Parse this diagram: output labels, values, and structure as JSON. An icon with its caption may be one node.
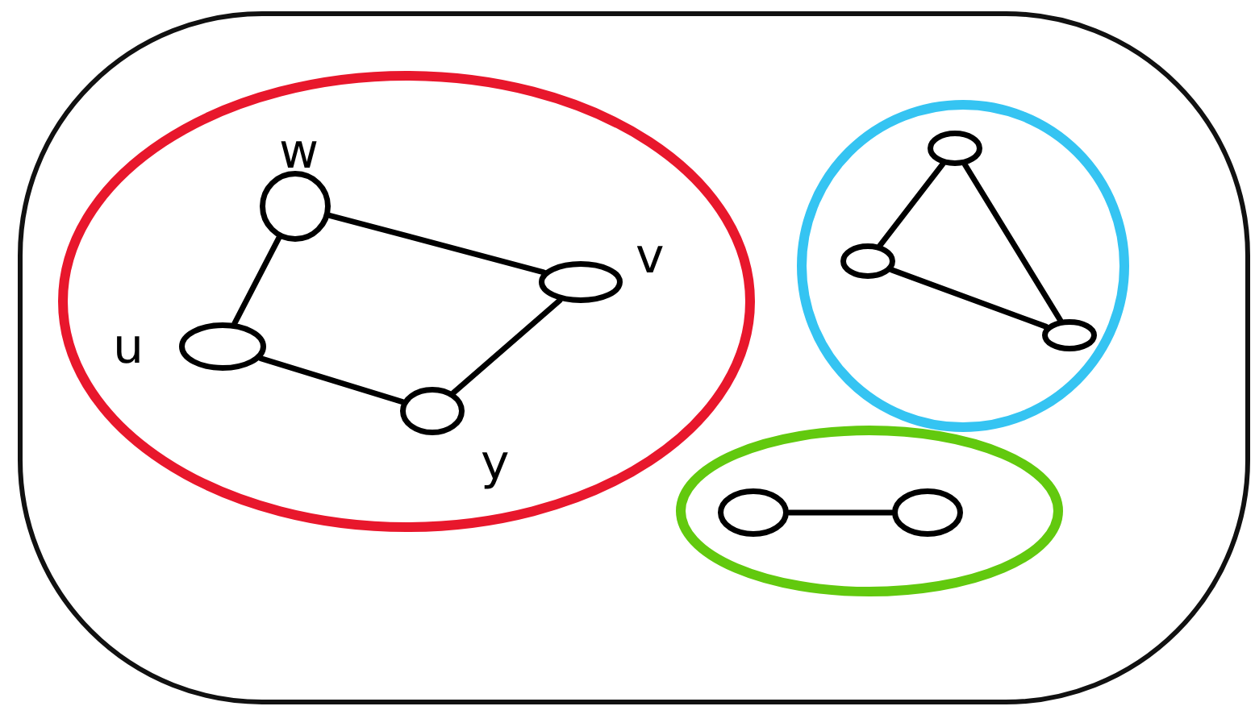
{
  "diagram": {
    "nodes": [
      {
        "text": [],
        "shape": "cloud"
      },
      {
        "text": [],
        "shape": "cloud",
        "in": 0
      },
      {
        "text": [],
        "shape": "circle",
        "in": 1,
        "beside": [
          "w"
        ]
      },
      {
        "text": [],
        "shape": "circle",
        "in": 1,
        "beside": [
          "v"
        ]
      },
      {
        "text": [],
        "shape": "circle",
        "in": 1,
        "beside": [
          "u"
        ]
      },
      {
        "text": [],
        "shape": "circle",
        "in": 1,
        "beside": [
          "y"
        ]
      },
      {
        "text": [],
        "shape": "cloud",
        "in": 0
      },
      {
        "text": [],
        "shape": "circle",
        "in": 6
      },
      {
        "text": [],
        "shape": "circle",
        "in": 6
      },
      {
        "text": [],
        "shape": "circle",
        "in": 6
      },
      {
        "text": [],
        "shape": "cloud",
        "in": 0
      },
      {
        "text": [],
        "shape": "circle",
        "in": 10
      },
      {
        "text": [],
        "shape": "circle",
        "in": 10
      }
    ],
    "edges": [
      {
        "from": 2,
        "to": 3,
        "arrow": "none"
      },
      {
        "from": 2,
        "to": 4,
        "arrow": "none"
      },
      {
        "from": 3,
        "to": 5,
        "arrow": "none"
      },
      {
        "from": 4,
        "to": 5,
        "arrow": "none"
      },
      {
        "from": 7,
        "to": 8,
        "arrow": "none"
      },
      {
        "from": 7,
        "to": 9,
        "arrow": "none"
      },
      {
        "from": 8,
        "to": 9,
        "arrow": "none"
      },
      {
        "from": 11,
        "to": 12,
        "arrow": "none"
      }
    ]
  }
}
